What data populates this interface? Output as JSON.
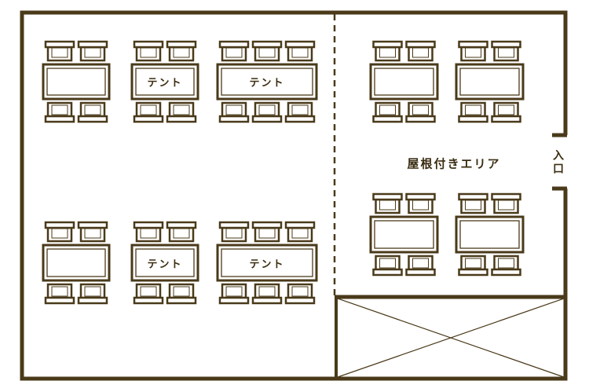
{
  "colors": {
    "wall": "#4a3a1a",
    "background": "#ffffff"
  },
  "floor_plan": {
    "covered_area_label": "屋根付きエリア",
    "entrance_label": "入口",
    "tables": [
      {
        "id": "left-top-1",
        "label": "",
        "seats": 4
      },
      {
        "id": "left-top-2",
        "label": "テント",
        "seats": 4
      },
      {
        "id": "left-top-3",
        "label": "テント",
        "seats": 6
      },
      {
        "id": "left-bottom-1",
        "label": "",
        "seats": 4
      },
      {
        "id": "left-bottom-2",
        "label": "テント",
        "seats": 4
      },
      {
        "id": "left-bottom-3",
        "label": "テント",
        "seats": 6
      },
      {
        "id": "covered-top-1",
        "label": "",
        "seats": 4
      },
      {
        "id": "covered-top-2",
        "label": "",
        "seats": 4
      },
      {
        "id": "covered-bottom-1",
        "label": "",
        "seats": 4
      },
      {
        "id": "covered-bottom-2",
        "label": "",
        "seats": 4
      }
    ]
  }
}
